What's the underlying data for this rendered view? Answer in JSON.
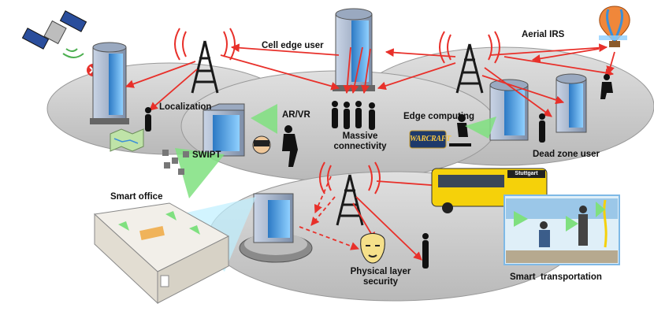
{
  "labels": {
    "cell_edge_user": "Cell edge user",
    "aerial_irs": "Aerial IRS",
    "localization": "Localization",
    "ar_vr": "AR/VR",
    "massive_connectivity": "Massive connectivity",
    "edge_computing": "Edge computing",
    "dead_zone_user": "Dead zone user",
    "swipt": "SWIPT",
    "smart_office": "Smart office",
    "physical_layer_security": "Physical layer security",
    "smart_transportation": "Smart  transportation"
  },
  "bus_sign": "Stuttgart",
  "game_logo": "WARCRAFT",
  "colors": {
    "platform": "#c9c9c9",
    "link": "#e8302a",
    "building_glass": "#4aa0e0",
    "beam": "#7fe07f",
    "bus": "#f5d10a",
    "tower": "#1a1a1a"
  }
}
